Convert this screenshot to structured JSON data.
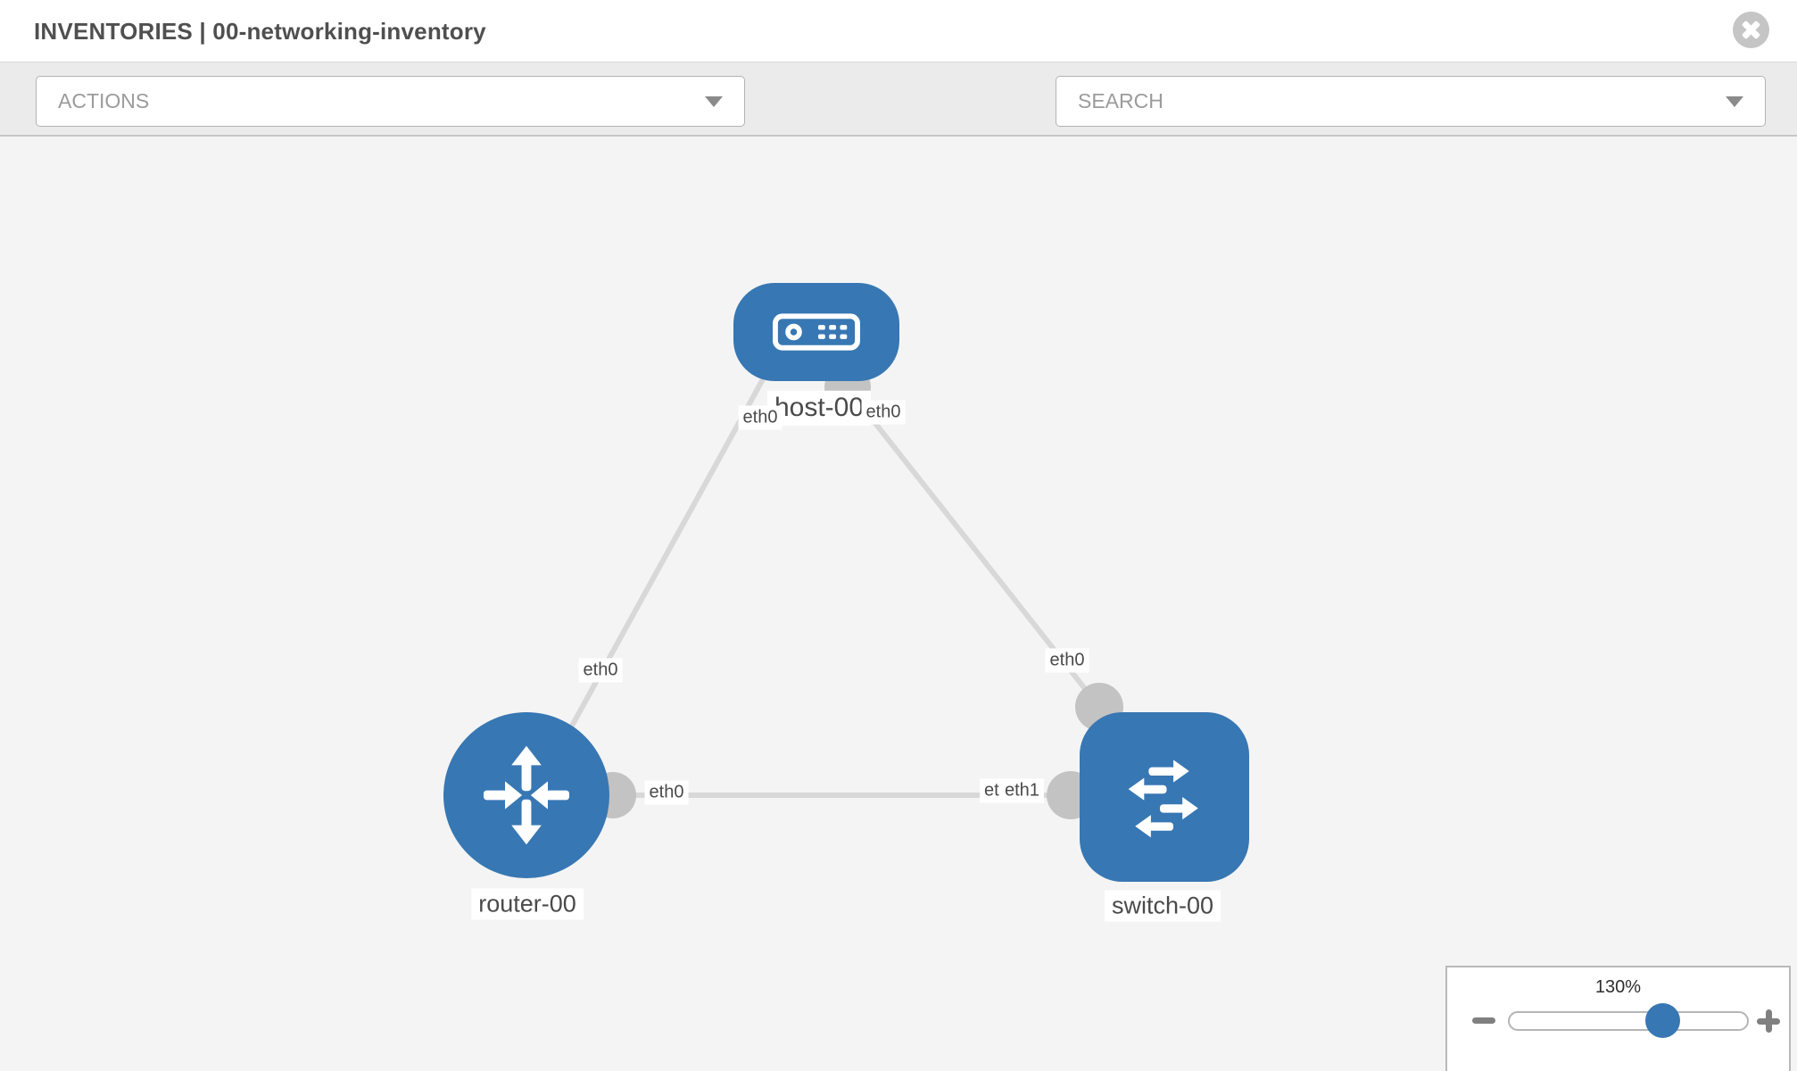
{
  "header": {
    "title": "INVENTORIES | 00-networking-inventory"
  },
  "toolbar": {
    "actions_label": "ACTIONS",
    "search_label": "SEARCH"
  },
  "topology": {
    "nodes": [
      {
        "label": "host-00",
        "type": "host"
      },
      {
        "label": "router-00",
        "type": "router"
      },
      {
        "label": "switch-00",
        "type": "switch"
      }
    ],
    "links": [
      {
        "from": "host-00",
        "from_if": "eth0",
        "to": "router-00",
        "to_if": "eth0"
      },
      {
        "from": "host-00",
        "from_if": "eth0",
        "to": "switch-00",
        "to_if": "eth0"
      },
      {
        "from": "router-00",
        "from_if": "eth0",
        "to": "switch-00",
        "to_if": "eth1"
      }
    ],
    "interface_labels": {
      "host_left": "eth0",
      "host_right": "eth0",
      "router_top": "eth0",
      "switch_top": "eth0",
      "link_mid_left": "eth0",
      "link_mid_right_clipped": "et",
      "link_mid_right": "eth1"
    }
  },
  "zoom_panel": {
    "level": "130%"
  },
  "icons": {
    "close": "circle-x",
    "actions_caret": "chevron-down",
    "search_caret": "chevron-down",
    "wrench": "wrench",
    "key": "key",
    "host_node": "server",
    "router_node": "router-arrows",
    "switch_node": "switch-arrows",
    "zoom_out": "minus",
    "zoom_in": "plus"
  },
  "colors": {
    "node_blue": "#3777b3",
    "link_gray": "#d8d8d8",
    "endpoint_gray": "#c3c3c3",
    "toolbar_bg": "#ebebeb",
    "canvas_bg": "#f4f4f4",
    "icon_gray": "#8b959c"
  }
}
